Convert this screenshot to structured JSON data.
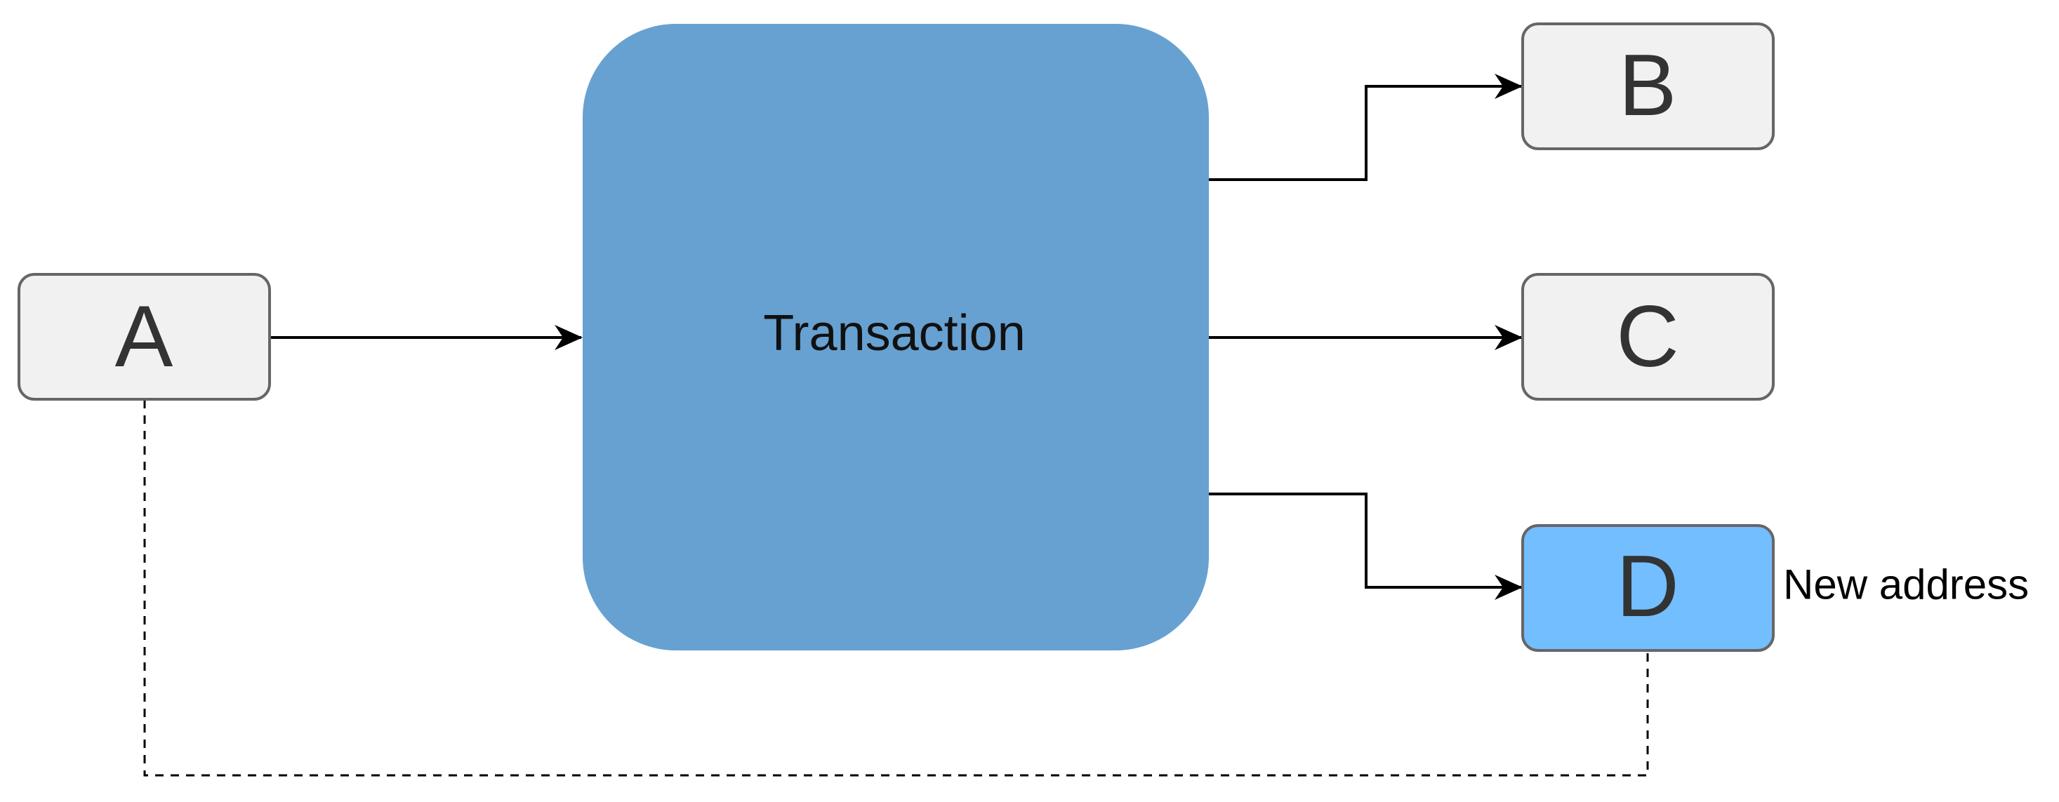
{
  "diagram": {
    "nodes": {
      "a": {
        "label": "A",
        "fill": "#f1f1f1",
        "stroke": "#666666"
      },
      "transaction": {
        "label": "Transaction",
        "fill": "#67a1d1"
      },
      "b": {
        "label": "B",
        "fill": "#f1f1f1",
        "stroke": "#666666"
      },
      "c": {
        "label": "C",
        "fill": "#f1f1f1",
        "stroke": "#666666"
      },
      "d": {
        "label": "D",
        "fill": "#73befe",
        "stroke": "#666666"
      }
    },
    "annotations": {
      "d_note": "New address"
    },
    "edges": [
      {
        "from": "A",
        "to": "Transaction",
        "style": "solid",
        "arrow": true
      },
      {
        "from": "Transaction",
        "to": "B",
        "style": "solid",
        "arrow": true
      },
      {
        "from": "Transaction",
        "to": "C",
        "style": "solid",
        "arrow": true
      },
      {
        "from": "Transaction",
        "to": "D",
        "style": "solid",
        "arrow": true
      },
      {
        "from": "A",
        "to": "D",
        "style": "dashed",
        "arrow": false
      }
    ],
    "colors": {
      "edge": "#000000",
      "label_text": "#333333"
    }
  }
}
